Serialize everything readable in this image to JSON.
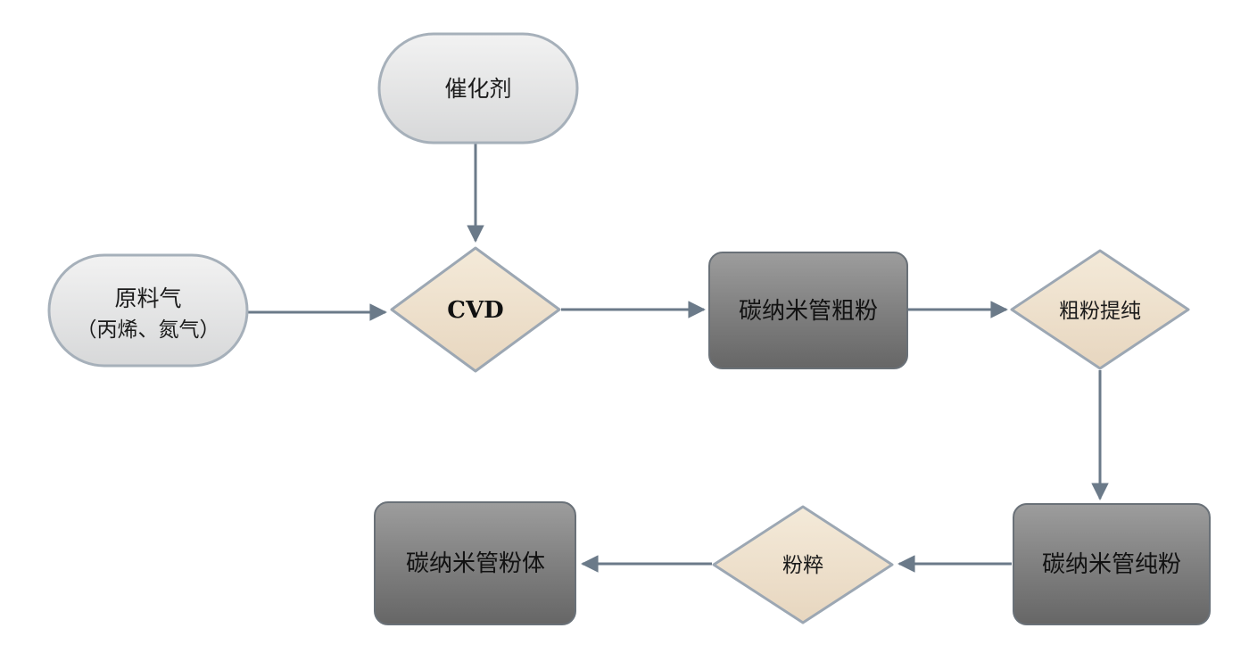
{
  "diagram": {
    "type": "flowchart",
    "subject": "CVD carbon nanotube powder production process",
    "background": "#ffffff",
    "colors": {
      "arrow": "#6b7a89",
      "stadium_fill_top": "#f2f2f2",
      "stadium_fill_bottom": "#d7d8d9",
      "stadium_border": "#a6b0ba",
      "diamond_fill_top": "#f4ead9",
      "diamond_fill_bottom": "#e7d6bf",
      "diamond_border": "#9ca7b3",
      "box_fill_top": "#9d9d9d",
      "box_fill_bottom": "#666666",
      "box_border": "#6a7178",
      "text": "#1b1b1b"
    },
    "nodes": {
      "catalyst": {
        "shape": "stadium",
        "label": "催化剂"
      },
      "feed_gas": {
        "shape": "stadium",
        "label_line1": "原料气",
        "label_line2": "（丙烯、氮气）"
      },
      "cvd": {
        "shape": "diamond",
        "label": "CVD"
      },
      "crude_powder": {
        "shape": "rounded-box",
        "label": "碳纳米管粗粉"
      },
      "purification": {
        "shape": "diamond",
        "label": "粗粉提纯"
      },
      "pure_powder": {
        "shape": "rounded-box",
        "label": "碳纳米管纯粉"
      },
      "crushing": {
        "shape": "diamond",
        "label": "粉粹"
      },
      "powder_product": {
        "shape": "rounded-box",
        "label": "碳纳米管粉体"
      }
    },
    "edges": [
      {
        "from": "catalyst",
        "to": "cvd",
        "direction": "down"
      },
      {
        "from": "feed_gas",
        "to": "cvd",
        "direction": "right"
      },
      {
        "from": "cvd",
        "to": "crude_powder",
        "direction": "right"
      },
      {
        "from": "crude_powder",
        "to": "purification",
        "direction": "right"
      },
      {
        "from": "purification",
        "to": "pure_powder",
        "direction": "down"
      },
      {
        "from": "pure_powder",
        "to": "crushing",
        "direction": "left"
      },
      {
        "from": "crushing",
        "to": "powder_product",
        "direction": "left"
      }
    ]
  }
}
